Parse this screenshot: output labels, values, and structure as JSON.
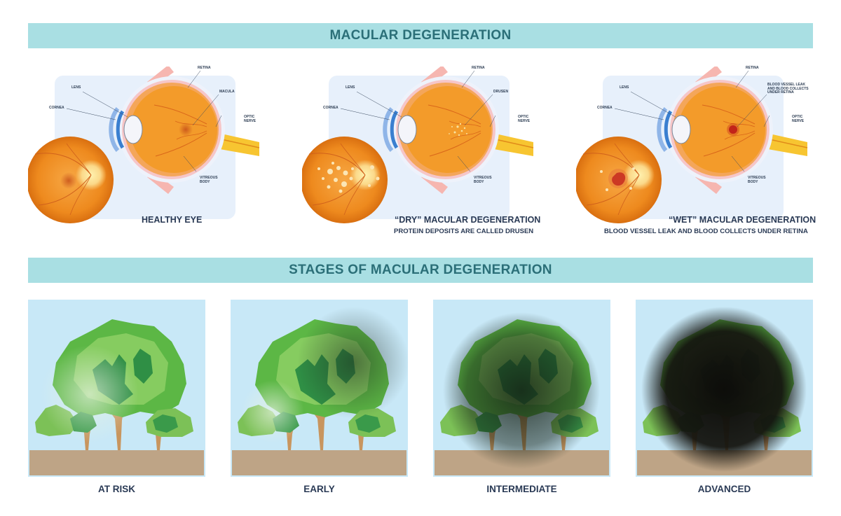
{
  "top_banner": {
    "title": "MACULAR DEGENERATION"
  },
  "eyes": [
    {
      "caption": "HEALTHY EYE",
      "subcaption": "",
      "labels": {
        "lens": "LENS",
        "cornea": "CORNEA",
        "retina": "RETINA",
        "feature": "MACULA",
        "optic": "OPTIC\nNERVE",
        "vitreous": "VITREOUS\nBODY"
      }
    },
    {
      "caption": "“DRY” MACULAR DEGENERATION",
      "subcaption": "PROTEIN DEPOSITS ARE CALLED DRUSEN",
      "labels": {
        "lens": "LENS",
        "cornea": "CORNEA",
        "retina": "RETINA",
        "feature": "DRUSEN",
        "optic": "OPTIC\nNERVE",
        "vitreous": "VITREOUS\nBODY"
      }
    },
    {
      "caption": "“WET” MACULAR DEGENERATION",
      "subcaption": "BLOOD VESSEL LEAK AND BLOOD COLLECTS UNDER RETINA",
      "labels": {
        "lens": "LENS",
        "cornea": "CORNEA",
        "retina": "RETINA",
        "feature": "BLOOD VESSEL LEAK\nAND BLOOD COLLECTS\nUNDER RETINA",
        "optic": "OPTIC\nNERVE",
        "vitreous": "VITREOUS\nBODY"
      }
    }
  ],
  "stages_banner": {
    "title": "STAGES OF MACULAR DEGENERATION"
  },
  "stages": [
    {
      "label": "AT RISK"
    },
    {
      "label": "EARLY"
    },
    {
      "label": "INTERMEDIATE"
    },
    {
      "label": "ADVANCED"
    }
  ],
  "colors": {
    "banner_bg": "#a9dfe3",
    "banner_text": "#2b6f78",
    "eye_orange": "#f39b2a",
    "optic_yellow": "#f7c531",
    "sky": "#c8e8f7",
    "ground": "#bea486",
    "tree_green": "#5cb745"
  }
}
